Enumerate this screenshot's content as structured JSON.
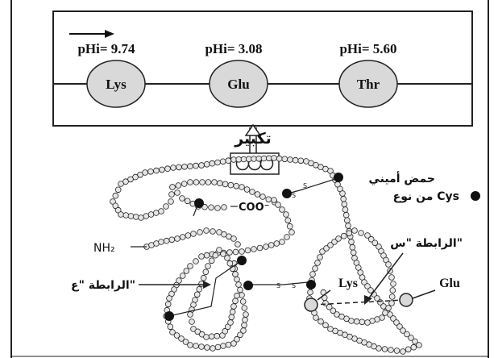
{
  "residues": [
    {
      "name": "Lys",
      "phi_label": "pHi= 9.74"
    },
    {
      "name": "Glu",
      "phi_label": "pHi= 3.08"
    },
    {
      "name": "Thr",
      "phi_label": "pHi= 5.60"
    }
  ],
  "zoom_label": "تكبير",
  "legend": {
    "line1": "حمض أميني",
    "line2": "من نوع Cys"
  },
  "labels": {
    "nh2": "NH₂",
    "coo": "COO⁻",
    "bond_s": "الرابطة \"س\"",
    "bond_e": "الرابطة \"ع\"",
    "lys": "Lys",
    "glu": "Glu",
    "sulfur": "S"
  },
  "colors": {
    "residue_fill": "#d9d9d9",
    "cys_dot": "#111111",
    "line": "#222222"
  }
}
